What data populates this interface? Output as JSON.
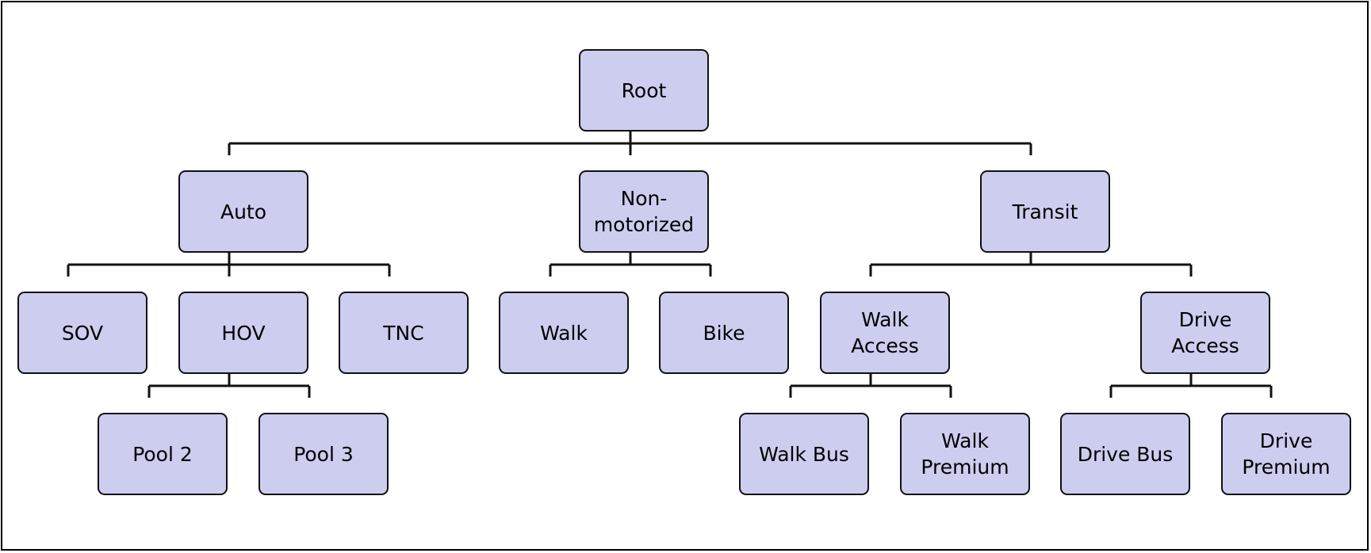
{
  "diagram": {
    "nodes": {
      "root": "Root",
      "auto": "Auto",
      "nonmotorized": "Non-\nmotorized",
      "transit": "Transit",
      "sov": "SOV",
      "hov": "HOV",
      "tnc": "TNC",
      "walk": "Walk",
      "bike": "Bike",
      "walk_access": "Walk\nAccess",
      "drive_access": "Drive\nAccess",
      "pool2": "Pool 2",
      "pool3": "Pool 3",
      "walk_bus": "Walk Bus",
      "walk_premium": "Walk\nPremium",
      "drive_bus": "Drive Bus",
      "drive_premium": "Drive\nPremium"
    },
    "colors": {
      "node_fill": "#cccdef",
      "node_border": "#111111",
      "line": "#111111"
    }
  }
}
